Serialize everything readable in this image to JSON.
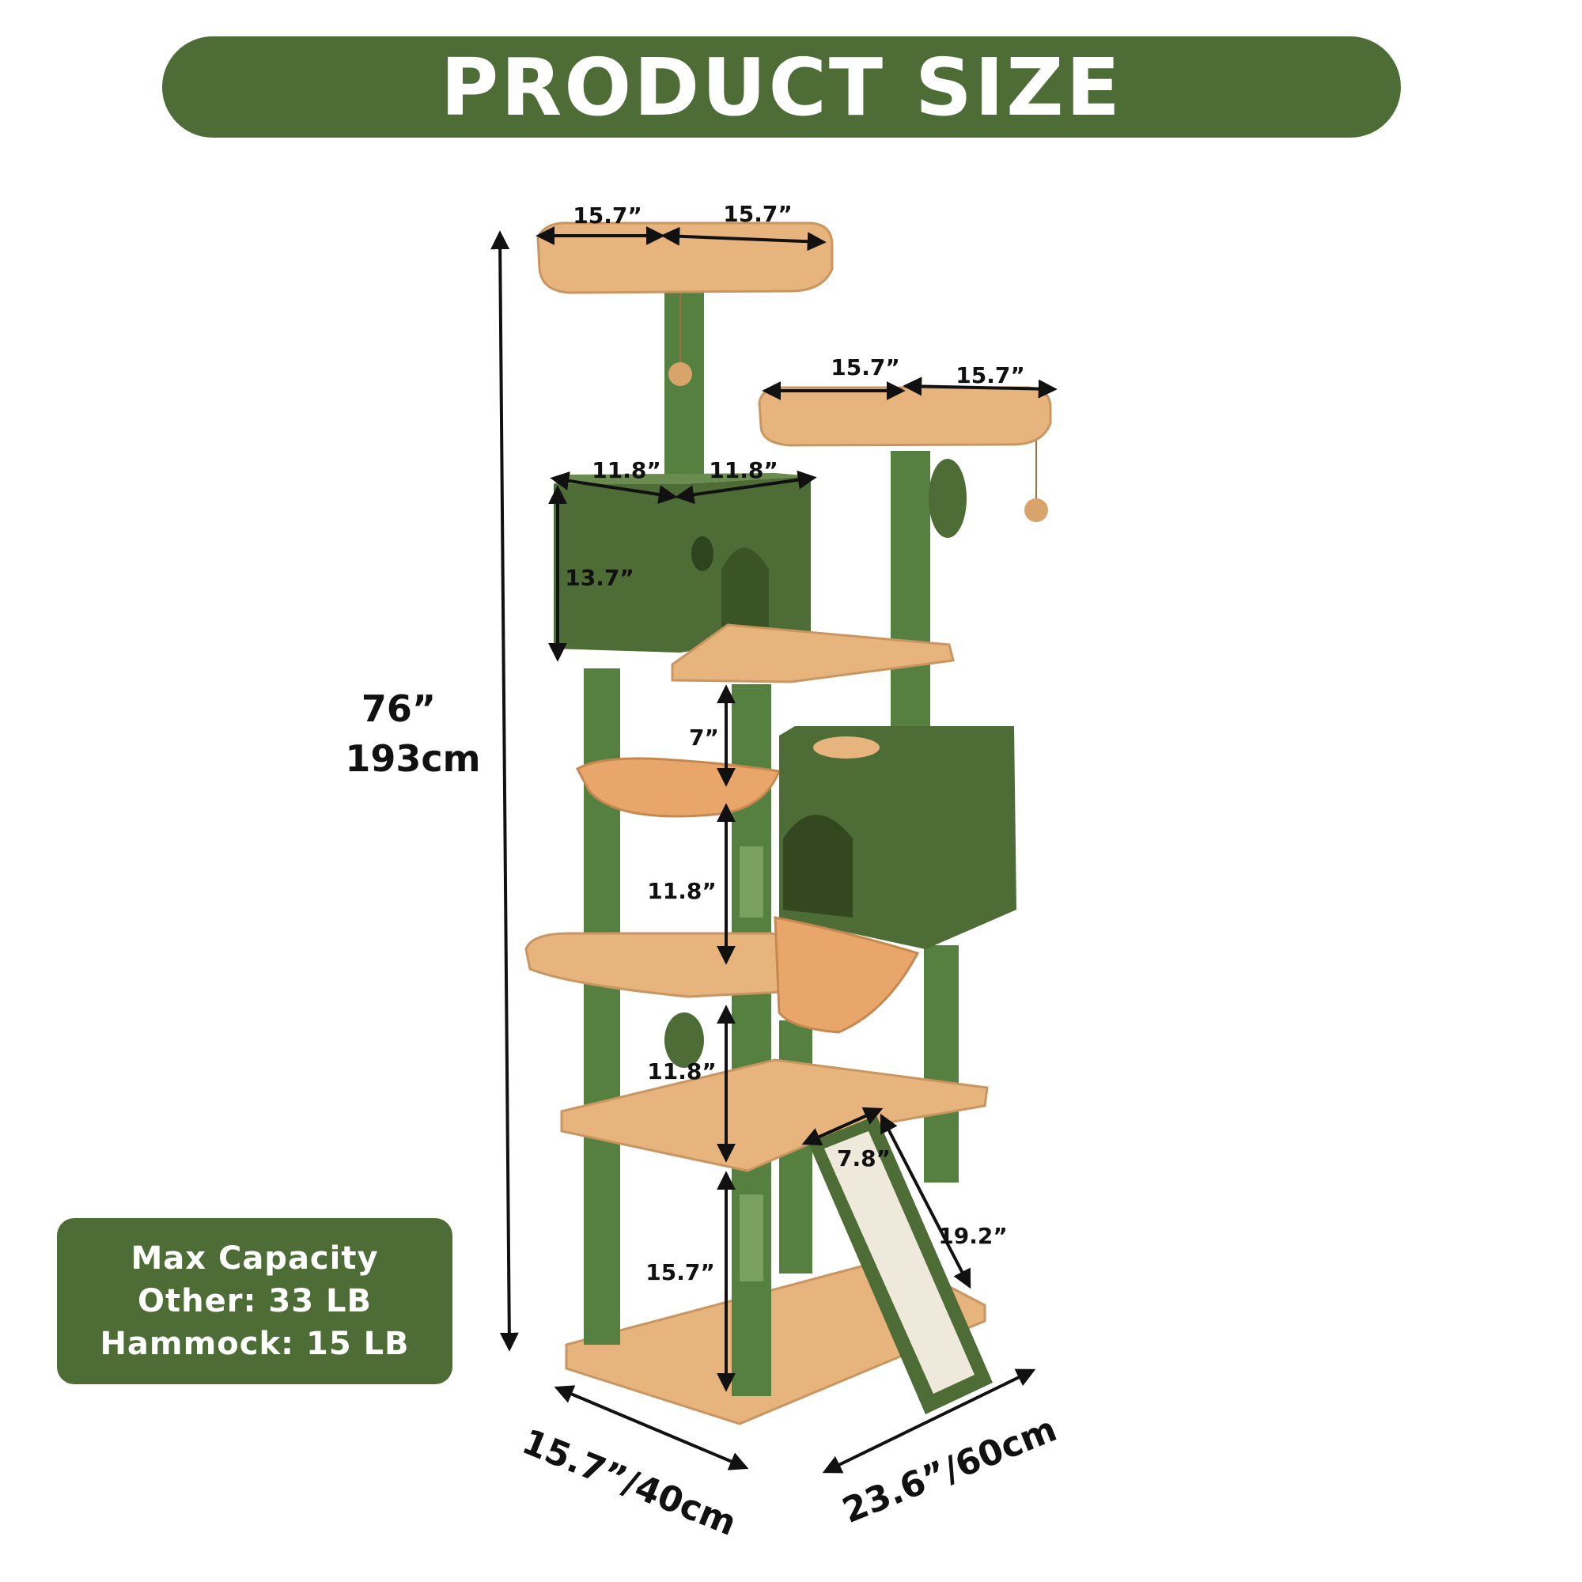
{
  "title": "PRODUCT SIZE",
  "colors": {
    "brand_green": "#4e6c35",
    "post_green": "#56803f",
    "plush_tan": "#e8b47e",
    "sisal": "#efe9dc",
    "text": "#111111"
  },
  "capacity": {
    "heading": "Max Capacity",
    "other": "Other: 33 LB",
    "hammock": "Hammock: 15 LB"
  },
  "dimensions": {
    "overall_height_in": "76”",
    "overall_height_cm": "193cm",
    "top_perch_left": "15.7”",
    "top_perch_right": "15.7”",
    "upper_perch_left": "15.7”",
    "upper_perch_right": "15.7”",
    "condo_width_left": "11.8”",
    "condo_width_right": "11.8”",
    "condo_height": "13.7”",
    "gap_hammock": "7”",
    "gap_level_2": "11.8”",
    "gap_level_3": "11.8”",
    "gap_base": "15.7”",
    "ramp_width": "7.8”",
    "ramp_length": "19.2”",
    "base_depth": "15.7”/40cm",
    "base_width": "23.6”/60cm"
  }
}
